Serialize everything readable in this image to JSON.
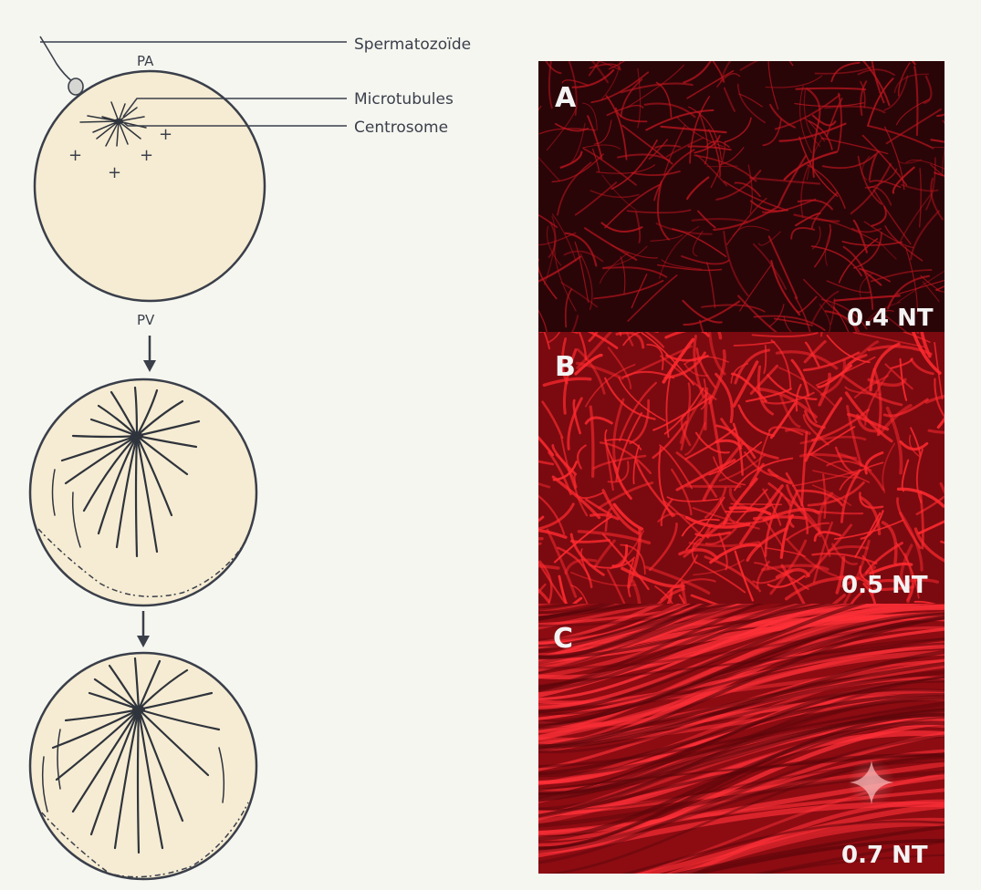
{
  "labels": {
    "pole_animal": "PA",
    "pole_vegetal": "PV",
    "spermatozoide": "Spermatozoïde",
    "microtubules": "Microtubules",
    "centrosome": "Centrosome",
    "plus_sign": "+"
  },
  "panels": [
    {
      "letter": "A",
      "value": "0.4 NT"
    },
    {
      "letter": "B",
      "value": "0.5 NT"
    },
    {
      "letter": "C",
      "value": "0.7 NT"
    }
  ],
  "colors": {
    "egg_fill": "#f6ecd3",
    "line": "#3a3f4a",
    "panel_a_bg": "#2a0508",
    "panel_b_bg": "#7a0a10",
    "panel_c_bg": "#8c0c12",
    "filament_a": "#c0161f",
    "filament_b": "#ff2a2f",
    "filament_c": "#ff3038"
  }
}
